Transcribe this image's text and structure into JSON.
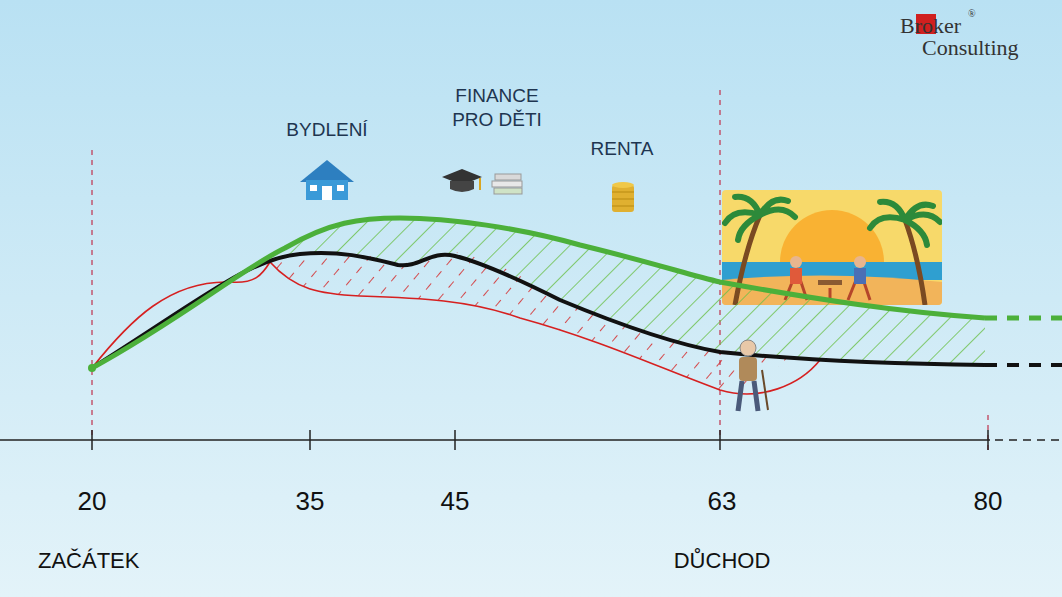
{
  "diagram": {
    "labels": [
      "BYDLENÍ",
      "FINANCE PRO DĚTI",
      "RENTA",
      "20",
      "35",
      "45",
      "63",
      "80",
      "ZAČÁTEK",
      "DŮCHOD",
      "Broker",
      "®",
      "Consulting"
    ]
  }
}
